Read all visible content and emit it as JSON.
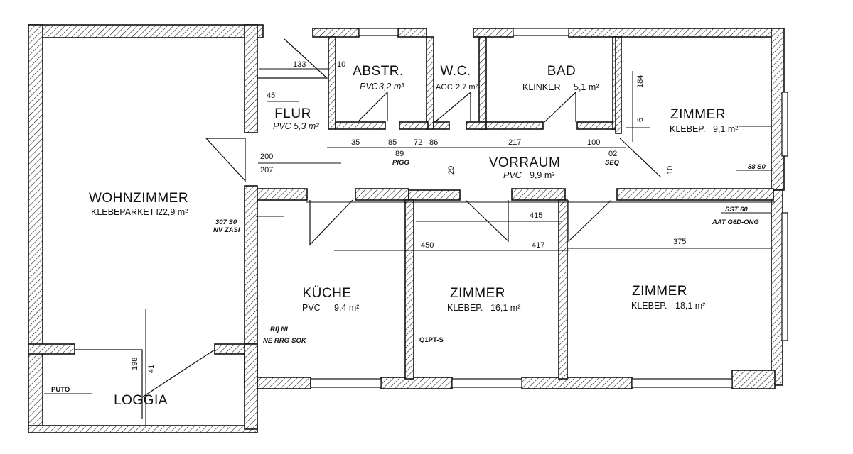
{
  "rooms": {
    "wohnzimmer": {
      "name": "WOHNZIMMER",
      "floor": "KLEBEPARKETT",
      "area": "22,9 m²"
    },
    "loggia": {
      "name": "LOGGIA"
    },
    "flur": {
      "name": "FLUR",
      "floor": "PVC",
      "area": "5,3 m²"
    },
    "abstr": {
      "name": "ABSTR.",
      "floor": "PVC",
      "area": "3,2 m³"
    },
    "wc": {
      "name": "W.C.",
      "floor": "AGC.",
      "area": "2,7 m²"
    },
    "bad": {
      "name": "BAD",
      "floor": "KLINKER",
      "area": "5,1 m²"
    },
    "zimmer_ne": {
      "name": "ZIMMER",
      "floor": "KLEBEP.",
      "area": "9,1 m²"
    },
    "vorraum": {
      "name": "VORRAUM",
      "floor": "PVC",
      "area": "9,9 m²"
    },
    "kueche": {
      "name": "KÜCHE",
      "floor": "PVC",
      "area": "9,4 m²"
    },
    "zimmer_mid": {
      "name": "ZIMMER",
      "floor": "KLEBEP.",
      "area": "16,1 m²"
    },
    "zimmer_se": {
      "name": "ZIMMER",
      "floor": "KLEBEP.",
      "area": "18,1 m²"
    }
  },
  "dimensions": {
    "d133": "133",
    "d10": "10",
    "d45": "45",
    "d200": "200",
    "d207": "207",
    "d35": "35",
    "d85": "85",
    "d72": "72",
    "d86": "86",
    "d217": "217",
    "d100": "100",
    "d184": "184",
    "d6": "6",
    "d10b": "10",
    "d415": "415",
    "d450": "450",
    "d417": "417",
    "d375": "375",
    "d198": "198",
    "d41": "41",
    "d29": "29",
    "d88": "88 S0",
    "d02": "02",
    "d89": "89"
  },
  "notes": {
    "n307": "307 S0",
    "nzasi": "NV ZASI",
    "nsst": "SST 60",
    "naat": "AAT G6D-ONG",
    "nri": "RI] NL",
    "nne": "NE RRG-SOK",
    "nq1": "Q1PT-S",
    "nputo": "PUTO",
    "npigg": "PIGG",
    "nseg": "SEQ"
  }
}
